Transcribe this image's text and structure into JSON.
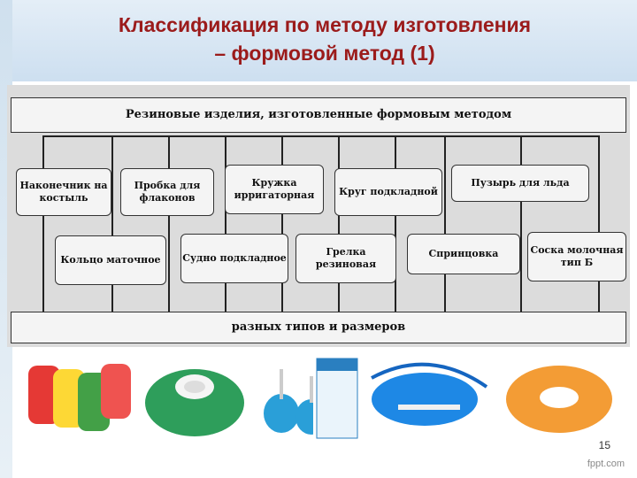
{
  "slide": {
    "title_line1": "Классификация по методу изготовления",
    "title_line2": "– формовой метод (1)",
    "page_number": "15",
    "watermark": "fppt.com"
  },
  "diagram": {
    "top_box": "Резиновые изделия, изготовленные формовым методом",
    "bottom_box": "разных типов и размеров",
    "row1": [
      "Наконечник на костыль",
      "Пробка для флаконов",
      "Кружка ирригаторная",
      "Круг подкладной",
      "Пузырь для льда"
    ],
    "row2": [
      "Кольцо маточное",
      "Судно подкладное",
      "Грелка резиновая",
      "Спринцовка",
      "Соска молочная тип Б"
    ]
  },
  "photos": [
    "hot-water-bottles",
    "rubber-ring-green",
    "rubber-bulbs-blue",
    "syringe-box",
    "irrigation-mug-blue",
    "ring-cushion-orange"
  ],
  "colors": {
    "title": "#9b1b1b",
    "title_bg": "#cddff0",
    "diagram_bg": "#dcdcdc"
  }
}
